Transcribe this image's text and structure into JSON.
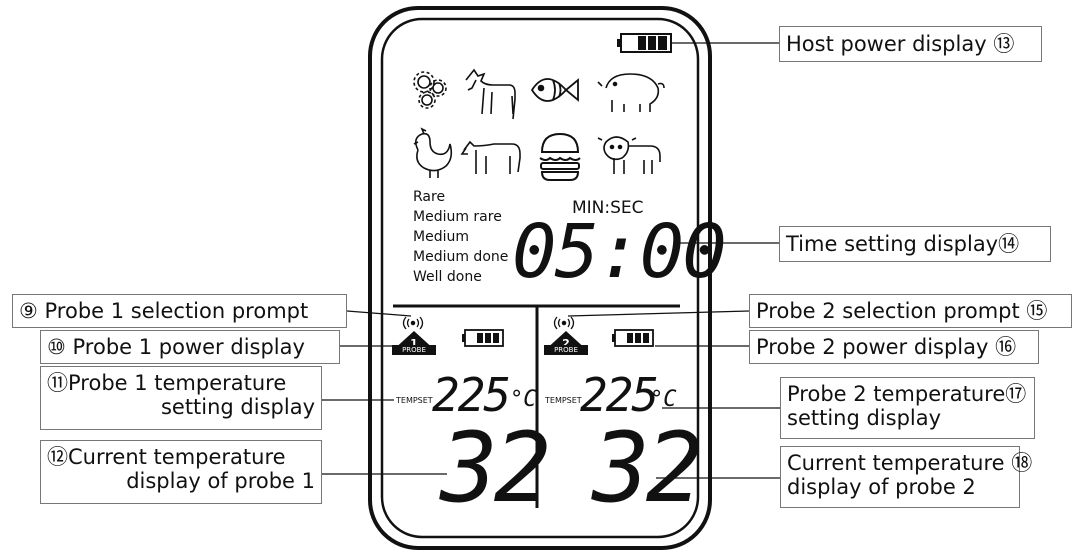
{
  "doneness_levels": [
    "Rare",
    "Medium rare",
    "Medium",
    "Medium done",
    "Well done"
  ],
  "timer": {
    "unit_label": "MIN:SEC",
    "value": "05:00"
  },
  "icons": [
    "gears-icon",
    "goat-icon",
    "fish-icon",
    "pig-icon",
    "chicken-icon",
    "cow-icon",
    "burger-icon",
    "calf-icon"
  ],
  "probe1": {
    "number": "1",
    "badge_label": "PROBE",
    "tempset_label": "TEMPSET",
    "set_temp": "225",
    "unit": "°C",
    "current_temp": "32"
  },
  "probe2": {
    "number": "2",
    "badge_label": "PROBE",
    "tempset_label": "TEMPSET",
    "set_temp": "225",
    "unit": "°C",
    "current_temp": "32"
  },
  "callouts": {
    "host_power": "Host power display ⑬",
    "time_setting": "Time setting display⑭",
    "probe1_selection": "⑨ Probe 1 selection prompt",
    "probe1_power": "⑩  Probe 1 power display",
    "probe1_temp_line1": "⑪Probe 1 temperature",
    "probe1_temp_line2": "setting display",
    "probe1_current_line1": "⑫Current temperature",
    "probe1_current_line2": "display of probe 1",
    "probe2_selection": "Probe 2 selection prompt ⑮",
    "probe2_power": "Probe 2 power display  ⑯",
    "probe2_temp_line1": "Probe 2 temperature⑰",
    "probe2_temp_line2": "setting display",
    "probe2_current_line1": "Current temperature ⑱",
    "probe2_current_line2": "display of probe 2"
  }
}
